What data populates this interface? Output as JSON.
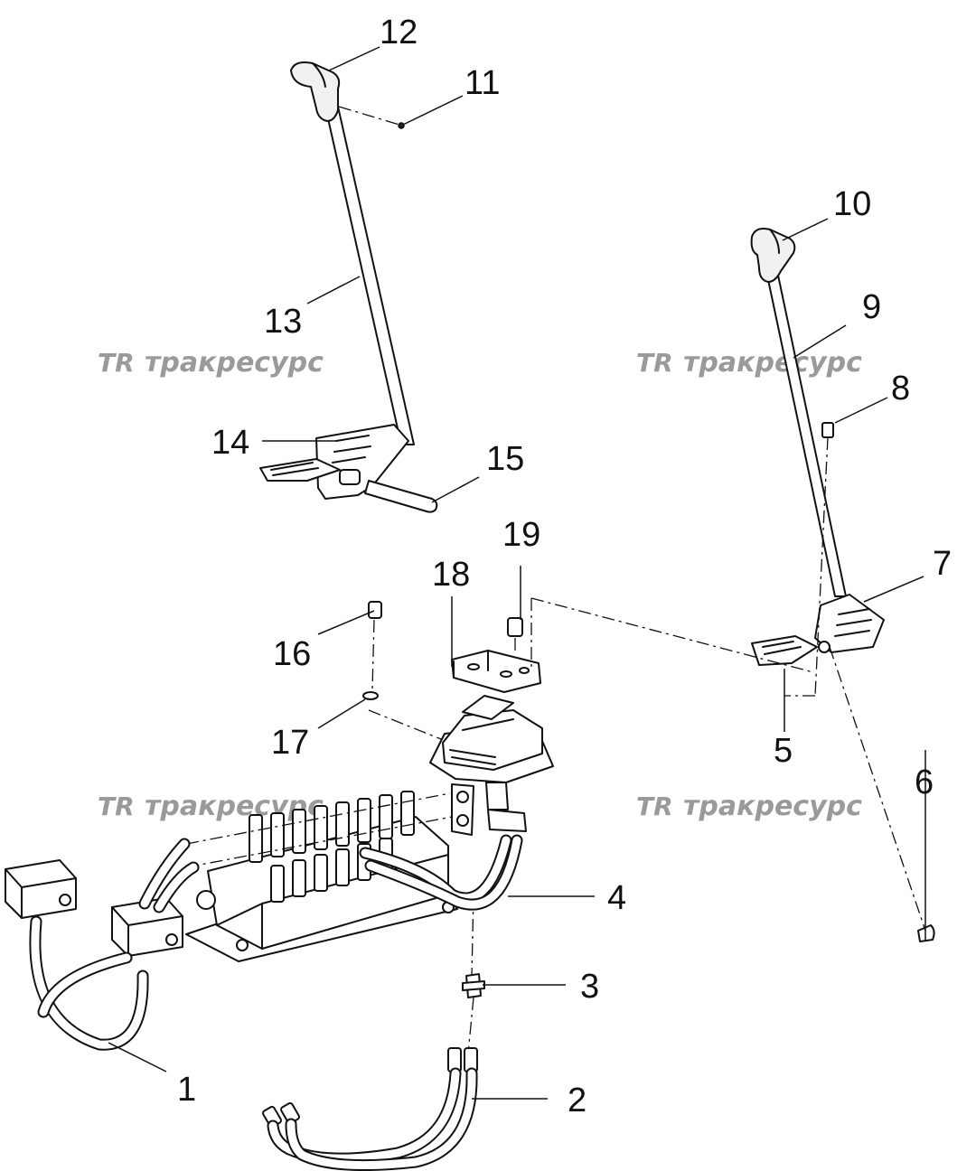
{
  "watermark": {
    "logo": "TR",
    "text": "тракресурс"
  },
  "part_labels": [
    "1",
    "2",
    "3",
    "4",
    "5",
    "6",
    "7",
    "8",
    "9",
    "10",
    "11",
    "12",
    "13",
    "14",
    "15",
    "16",
    "17",
    "18",
    "19"
  ]
}
